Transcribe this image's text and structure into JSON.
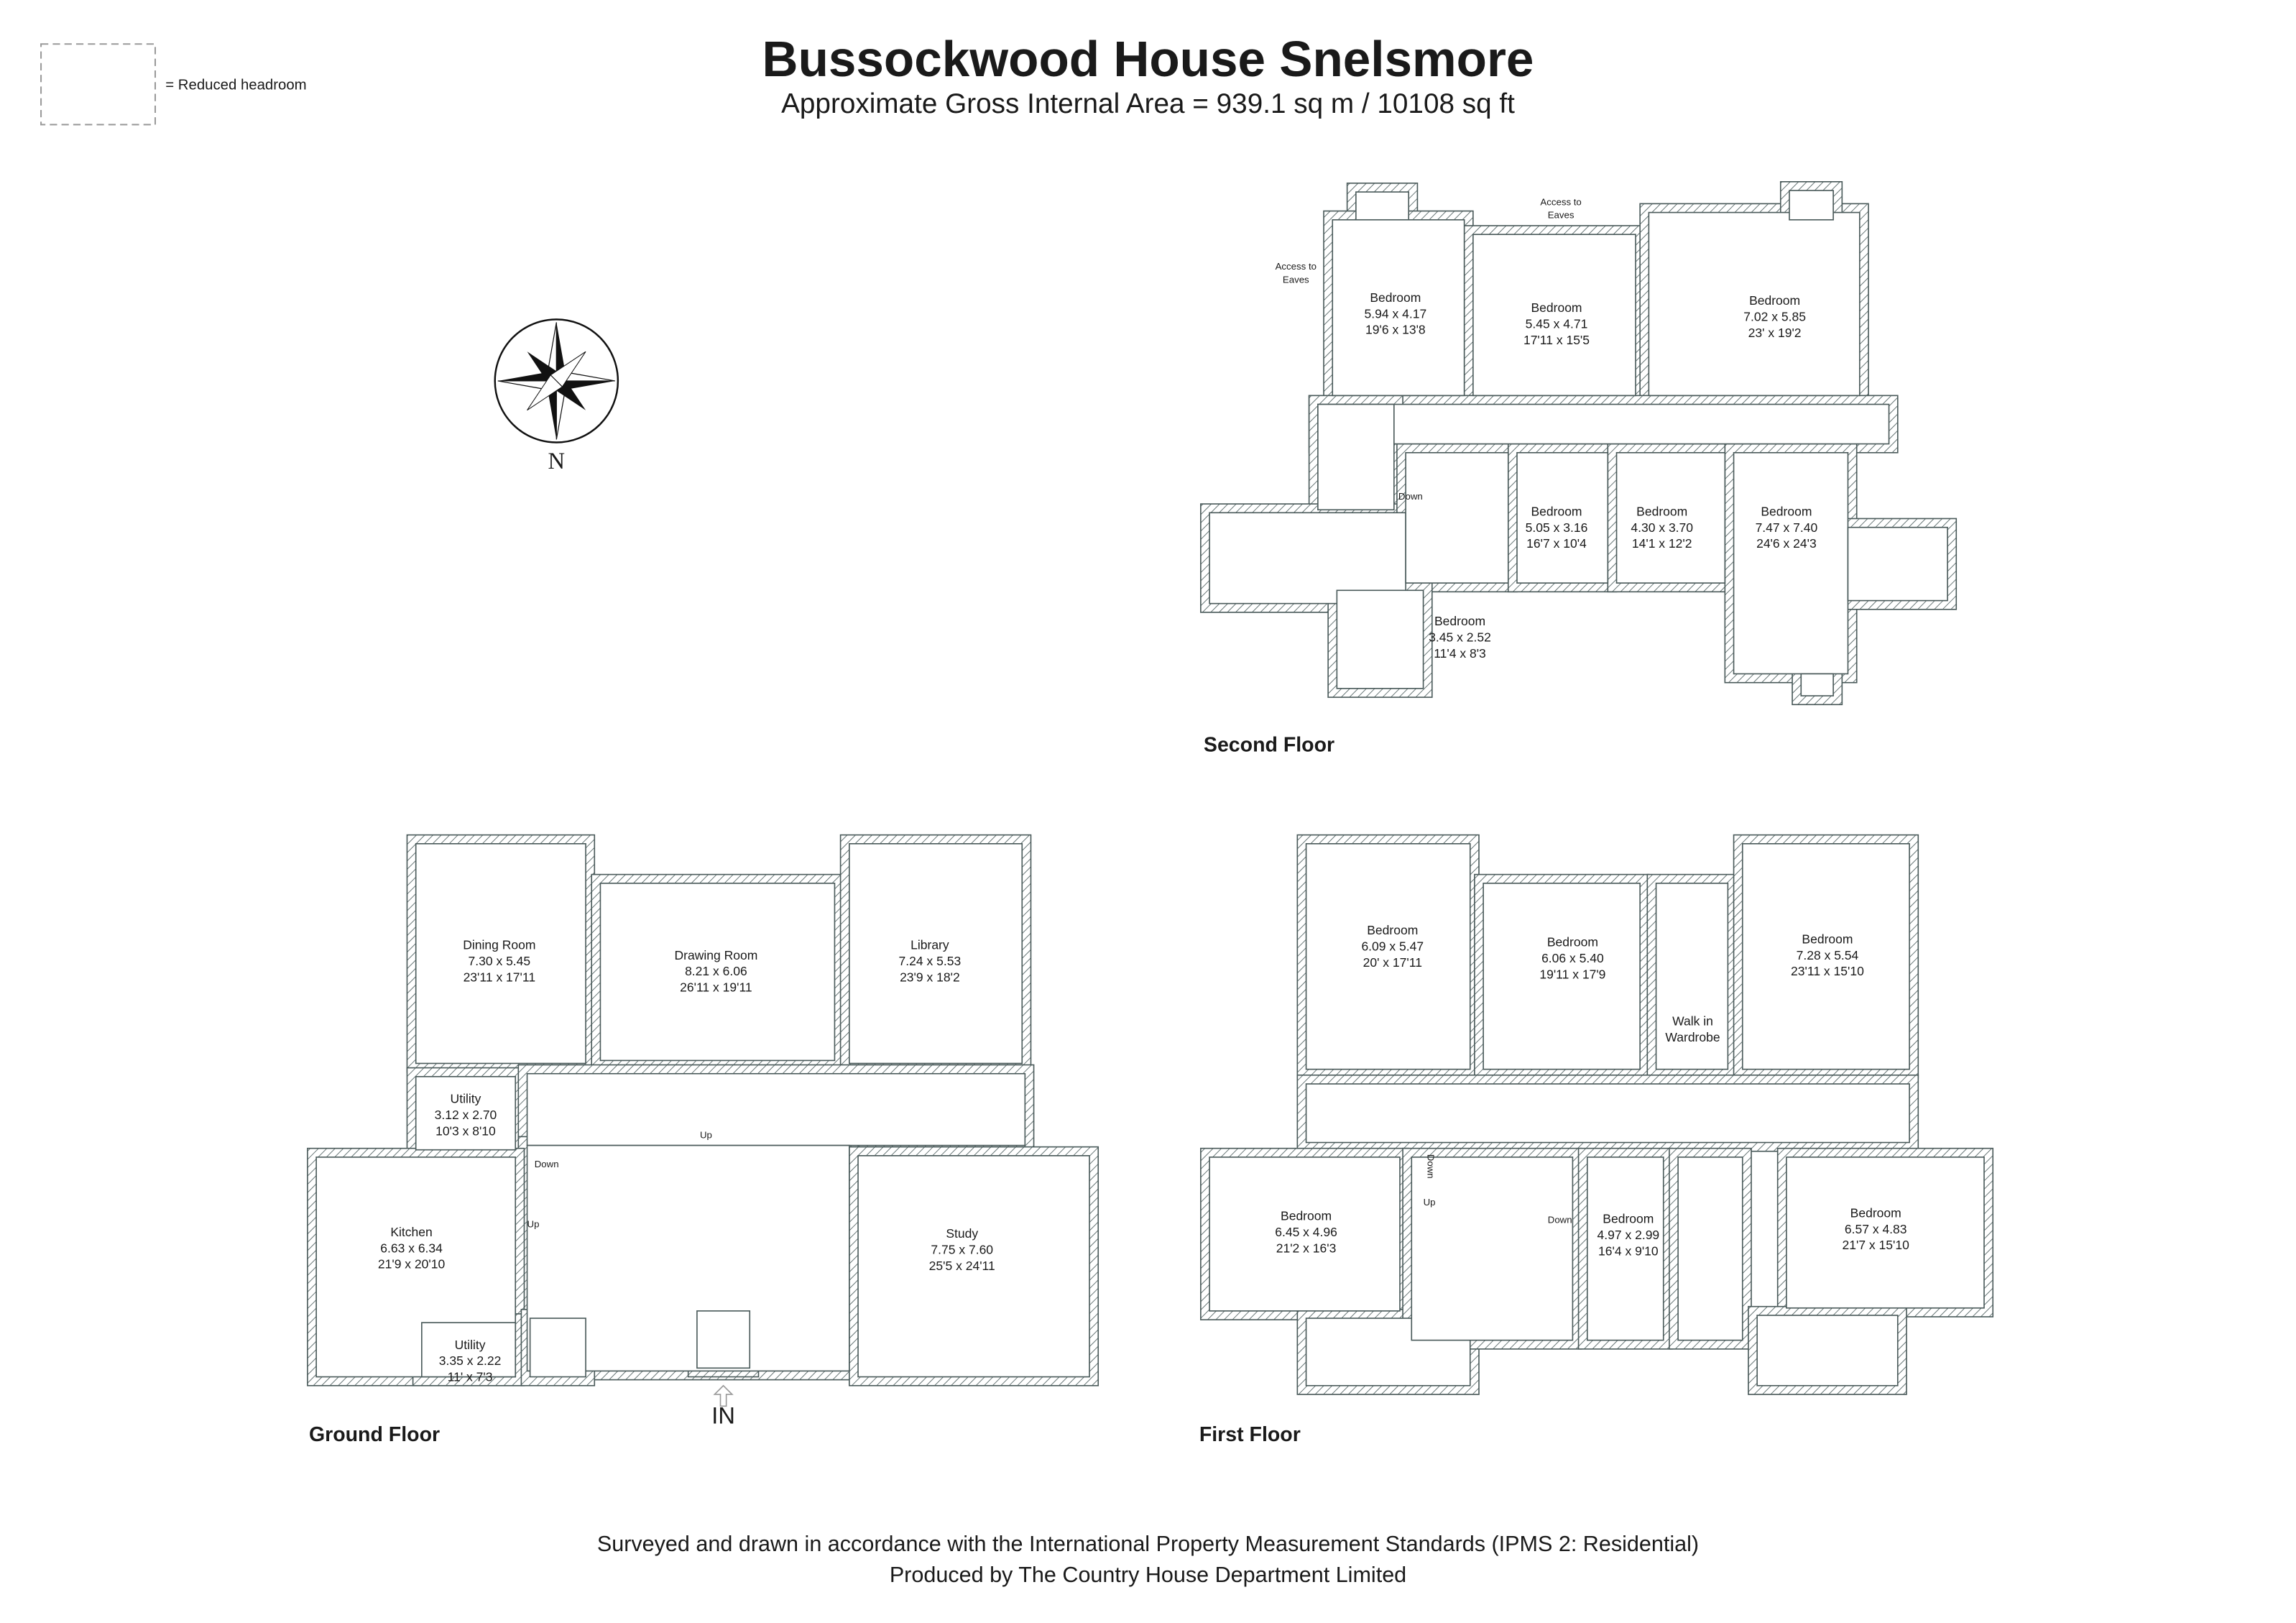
{
  "header": {
    "title": "Bussockwood House Snelsmore",
    "subtitle": "Approximate Gross Internal Area = 939.1 sq m / 10108 sq ft"
  },
  "legend": {
    "label": "= Reduced headroom"
  },
  "compass": {
    "label": "N"
  },
  "second_floor": {
    "label": "Second Floor",
    "access_label_1": [
      "Access to",
      "Eaves"
    ],
    "access_label_2": [
      "Access to",
      "Eaves"
    ],
    "stairs_down": "Down",
    "rooms": [
      {
        "name": "Bedroom",
        "metric": "5.94 x 4.17",
        "imperial": "19'6 x 13'8"
      },
      {
        "name": "Bedroom",
        "metric": "5.45 x 4.71",
        "imperial": "17'11 x 15'5"
      },
      {
        "name": "Bedroom",
        "metric": "7.02 x 5.85",
        "imperial": "23' x 19'2"
      },
      {
        "name": "Bedroom",
        "metric": "5.05 x 3.16",
        "imperial": "16'7 x 10'4"
      },
      {
        "name": "Bedroom",
        "metric": "4.30 x 3.70",
        "imperial": "14'1 x 12'2"
      },
      {
        "name": "Bedroom",
        "metric": "7.47 x 7.40",
        "imperial": "24'6 x 24'3"
      },
      {
        "name": "Bedroom",
        "metric": "3.45 x 2.52",
        "imperial": "11'4 x 8'3"
      }
    ]
  },
  "ground_floor": {
    "label": "Ground Floor",
    "entrance": "IN",
    "stairs": {
      "down": "Down",
      "up": "Up",
      "up2": "Up"
    },
    "rooms": [
      {
        "name": "Dining Room",
        "metric": "7.30 x 5.45",
        "imperial": "23'11 x 17'11"
      },
      {
        "name": "Drawing Room",
        "metric": "8.21 x 6.06",
        "imperial": "26'11 x 19'11"
      },
      {
        "name": "Library",
        "metric": "7.24 x 5.53",
        "imperial": "23'9 x 18'2"
      },
      {
        "name": "Utility",
        "metric": "3.12 x 2.70",
        "imperial": "10'3 x 8'10"
      },
      {
        "name": "Kitchen",
        "metric": "6.63 x 6.34",
        "imperial": "21'9 x 20'10"
      },
      {
        "name": "Utility",
        "metric": "3.35 x 2.22",
        "imperial": "11' x 7'3"
      },
      {
        "name": "Study",
        "metric": "7.75 x 7.60",
        "imperial": "25'5 x 24'11"
      }
    ]
  },
  "first_floor": {
    "label": "First Floor",
    "stairs": {
      "down": "Down",
      "up": "Up",
      "down2": "Down"
    },
    "walk_in": [
      "Walk in",
      "Wardrobe"
    ],
    "rooms": [
      {
        "name": "Bedroom",
        "metric": "6.09 x 5.47",
        "imperial": "20' x 17'11"
      },
      {
        "name": "Bedroom",
        "metric": "6.06 x 5.40",
        "imperial": "19'11 x 17'9"
      },
      {
        "name": "Bedroom",
        "metric": "7.28 x 5.54",
        "imperial": "23'11 x 15'10"
      },
      {
        "name": "Bedroom",
        "metric": "6.45 x 4.96",
        "imperial": "21'2 x 16'3"
      },
      {
        "name": "Bedroom",
        "metric": "4.97 x 2.99",
        "imperial": "16'4 x 9'10"
      },
      {
        "name": "Bedroom",
        "metric": "6.57 x 4.83",
        "imperial": "21'7 x 15'10"
      }
    ]
  },
  "footer": {
    "line1": "Surveyed and drawn in accordance with the International Property Measurement Standards (IPMS 2: Residential)",
    "line2": "Produced by The Country House Department Limited"
  },
  "colors": {
    "wall": "#4a5a5a",
    "text": "#1a1a1a"
  }
}
